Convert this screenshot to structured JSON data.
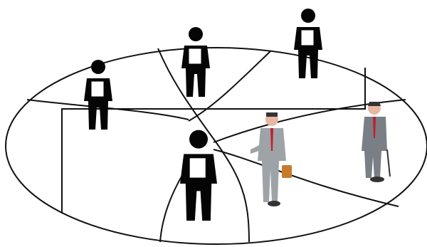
{
  "colors": {
    "background": "#ffffff",
    "line": "#111111",
    "silhouette": "#050505",
    "clipboard": "#ffffff",
    "suit_light": "#9ea3a8",
    "suit_dark": "#7a7f85",
    "skin": "#e7b7a3",
    "briefcase": "#c67b2b",
    "tie_red": "#c21d2e"
  },
  "scene": {
    "ellipse": "oval-diagram",
    "figures": [
      {
        "kind": "silhouette-with-clipboard",
        "icon": "person-clipboard-icon"
      },
      {
        "kind": "silhouette-with-clipboard",
        "icon": "person-clipboard-icon"
      },
      {
        "kind": "silhouette-with-clipboard",
        "icon": "person-clipboard-icon"
      },
      {
        "kind": "silhouette-with-clipboard",
        "icon": "person-clipboard-icon"
      },
      {
        "kind": "businessman-with-briefcase",
        "icon": "businessman-icon"
      },
      {
        "kind": "businessman-with-cane",
        "icon": "businessman-icon"
      }
    ]
  }
}
